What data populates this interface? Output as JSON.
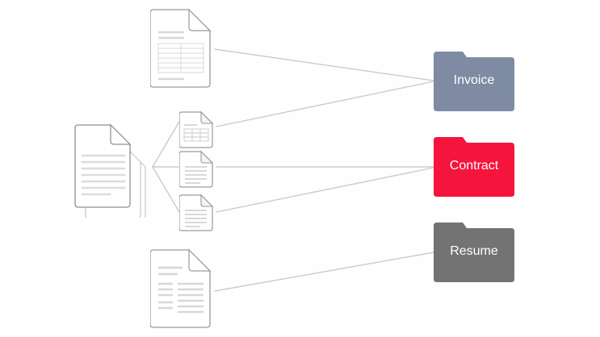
{
  "diagram": {
    "title": "Document classification routing diagram",
    "background_color": "#fefefe",
    "line_color": "#c9cbd4",
    "doc_outline_color": "#9a9a9a",
    "doc_fill_color": "#ffffff",
    "doc_line_color": "#d8d8d8"
  },
  "source": {
    "name": "document-stack",
    "sheet_count": 3,
    "text_line_count": 7
  },
  "splitter": {
    "name": "split-arrow",
    "branches": 3
  },
  "documents": [
    {
      "id": "invoice-large",
      "type": "table-document",
      "icon": "document-table-icon",
      "table_columns": 2,
      "table_rows": 6,
      "header_line_count": 2,
      "footer_line_count": 1
    },
    {
      "id": "invoice-small",
      "type": "table-document",
      "icon": "document-table-icon",
      "table_columns": 3,
      "table_rows": 3,
      "header_line_count": 1
    },
    {
      "id": "contract-small-a",
      "type": "text-document",
      "icon": "document-text-icon",
      "text_line_count": 5
    },
    {
      "id": "contract-small-b",
      "type": "text-document",
      "icon": "document-text-icon",
      "text_line_count": 5
    },
    {
      "id": "resume-large",
      "type": "resume-document",
      "icon": "document-resume-icon",
      "header_line_count": 2,
      "label_line_count": 5,
      "content_line_count": 6
    }
  ],
  "folders": [
    {
      "id": "folder-invoice",
      "label": "Invoice",
      "color": "#7e8ba3",
      "icon": "folder-icon"
    },
    {
      "id": "folder-contract",
      "label": "Contract",
      "color": "#f5143c",
      "icon": "folder-icon"
    },
    {
      "id": "folder-resume",
      "label": "Resume",
      "color": "#737373",
      "icon": "folder-icon"
    }
  ],
  "connections": [
    {
      "from": "invoice-large",
      "to": "folder-invoice"
    },
    {
      "from": "invoice-small",
      "to": "folder-invoice"
    },
    {
      "from": "contract-small-a",
      "to": "folder-contract"
    },
    {
      "from": "contract-small-b",
      "to": "folder-contract"
    },
    {
      "from": "resume-large",
      "to": "folder-resume"
    }
  ]
}
